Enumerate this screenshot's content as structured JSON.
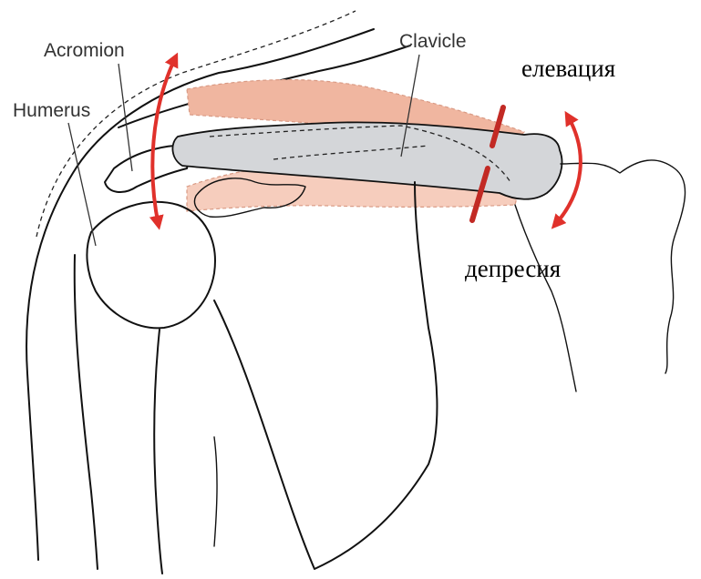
{
  "labels": {
    "acromion": "Acromion",
    "humerus": "Humerus",
    "clavicle": "Clavicle",
    "elevation": "елевация",
    "depression": "депресия"
  },
  "colors": {
    "arrow": "#e0312b",
    "muscle": "#f0b6a0",
    "muscle_light": "#f6cdbd",
    "bone": "#d4d6d9",
    "ink": "#111111"
  }
}
